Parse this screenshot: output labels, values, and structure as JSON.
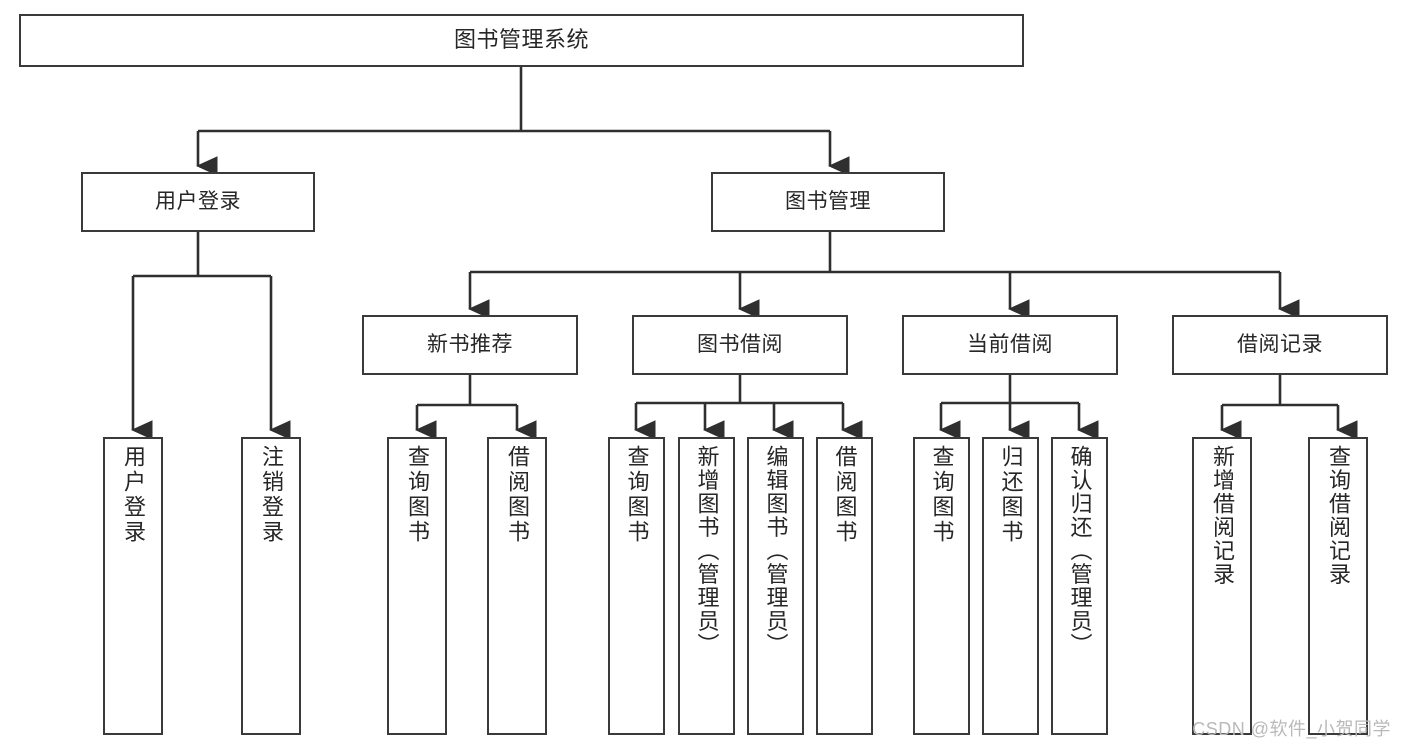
{
  "diagram": {
    "title": "图书管理系统",
    "type": "functional-structure-tree",
    "watermark": "CSDN @软件_小贺同学",
    "colors": {
      "box_border": "#3a3a3a",
      "box_fill": "#ffffff",
      "edge": "#2f2f2f",
      "text": "#262626",
      "watermark": "#b9b9b9",
      "background": "#ffffff"
    },
    "levels": {
      "root": {
        "label": "图书管理系统"
      },
      "level1": [
        {
          "label": "用户登录"
        },
        {
          "label": "图书管理"
        }
      ],
      "level2": [
        {
          "label": "新书推荐"
        },
        {
          "label": "图书借阅"
        },
        {
          "label": "当前借阅"
        },
        {
          "label": "借阅记录"
        }
      ],
      "leaves": {
        "user_login": [
          {
            "label": "用户登录"
          },
          {
            "label": "注销登录"
          }
        ],
        "new_book_recommend": [
          {
            "label": "查询图书"
          },
          {
            "label": "借阅图书"
          }
        ],
        "book_borrow": [
          {
            "label": "查询图书"
          },
          {
            "label": "新增图书（管理员）"
          },
          {
            "label": "编辑图书（管理员）"
          },
          {
            "label": "借阅图书"
          }
        ],
        "current_borrow": [
          {
            "label": "查询图书"
          },
          {
            "label": "归还图书"
          },
          {
            "label": "确认归还（管理员）"
          }
        ],
        "borrow_record": [
          {
            "label": "新增借阅记录"
          },
          {
            "label": "查询借阅记录"
          }
        ]
      }
    }
  }
}
